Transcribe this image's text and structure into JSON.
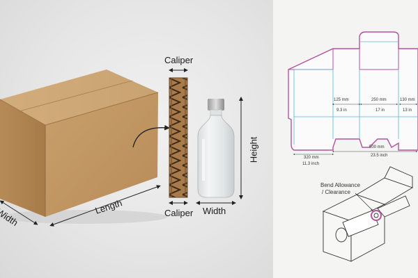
{
  "photo": {
    "labels": {
      "caliper_top": "Caliper",
      "caliper_bottom": "Caliper",
      "height": "Height",
      "width_bottle": "Width",
      "length": "Length",
      "width_box": "Width"
    }
  },
  "diagram": {
    "dims": {
      "d125": "125 mm",
      "d93": "9.3 in",
      "d250": "250 mm",
      "d17": "17 in",
      "d130": "130 mm",
      "d13": "13 in",
      "d500": "500 mm",
      "d235": "23.5 inch",
      "d320": "320 mm",
      "d113": "11.3 inch"
    },
    "bend_label_1": "Bend Allowance",
    "bend_label_2": "/ Clearance"
  },
  "colors": {
    "cardboard": "#c9a676",
    "cut_line": "#b4529e",
    "fold_line": "#5ab6d6"
  }
}
